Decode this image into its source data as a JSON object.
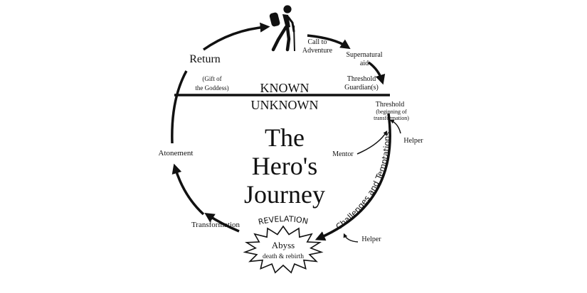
{
  "diagram": {
    "title_lines": [
      "The",
      "Hero's",
      "Journey"
    ],
    "known_label": "KNOWN",
    "unknown_label": "UNKNOWN",
    "stages": {
      "call_to_adventure": [
        "Call to",
        "Adventure"
      ],
      "supernatural_aid": [
        "Supernatural",
        "aid"
      ],
      "threshold_guardians": [
        "Threshold",
        "Guardian(s)"
      ],
      "threshold_title": "Threshold",
      "threshold_sub": [
        "(beginning of",
        "transformation)"
      ],
      "helper_top": "Helper",
      "mentor": "Mentor",
      "challenges": "Challenges and Temptations",
      "helper_bottom": "Helper",
      "revelation": "REVELATION",
      "abyss_title": "Abyss",
      "abyss_sub": "death & rebirth",
      "transformation": "Transformation",
      "atonement": "Atonement",
      "return_title": "Return",
      "return_sub": [
        "(Gift of",
        "the Goddess)"
      ]
    },
    "icons": {
      "hero": "hiker-icon",
      "stroke_color": "#111111"
    }
  }
}
